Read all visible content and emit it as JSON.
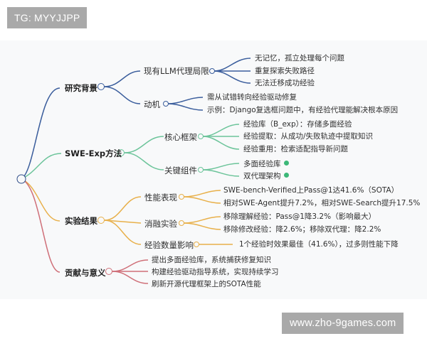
{
  "watermarks": {
    "top": "TG: MYYJJPP",
    "bottom": "www.zho-9games.com"
  },
  "colors": {
    "background_panel": "#f8f9fa",
    "watermark_bg": "#a9a9a9",
    "branch_background": "#3a5d9c",
    "branch_method": "#6cc49a",
    "branch_results": "#e8b04a",
    "branch_contribution": "#cf6f78",
    "marker_dot": "#3cb878"
  },
  "mindmap": {
    "root": {
      "label": ""
    },
    "branches": [
      {
        "label": "研究背景",
        "children": [
          {
            "label": "现有LLM代理局限",
            "children": [
              "无记忆，孤立处理每个问题",
              "重复探索失败路径",
              "无法迁移成功经验"
            ]
          },
          {
            "label": "动机",
            "children": [
              "需从试错转向经验驱动修复",
              "示例：Django复选框问题中，有经验代理能解决根本原因"
            ]
          }
        ]
      },
      {
        "label": "SWE-Exp方法",
        "children": [
          {
            "label": "核心框架",
            "children": [
              "经验库（B_exp）：存储多面经验",
              "经验提取：从成功/失败轨迹中提取知识",
              "经验重用：检索适配指导新问题"
            ]
          },
          {
            "label": "关键组件",
            "children": [
              "多面经验库",
              "双代理架构"
            ]
          }
        ]
      },
      {
        "label": "实验结果",
        "children": [
          {
            "label": "性能表现",
            "children": [
              "SWE-bench-Verified上Pass@1达41.6%（SOTA）",
              "相对SWE-Agent提升7.2%，相对SWE-Search提升17.5%"
            ]
          },
          {
            "label": "消融实验",
            "children": [
              "移除理解经验：Pass@1降3.2%（影响最大）",
              "移除修改经验：降2.6%；移除双代理：降2.2%"
            ]
          },
          {
            "label": "经验数量影响",
            "children": [
              "1个经验时效果最佳（41.6%），过多则性能下降"
            ]
          }
        ]
      },
      {
        "label": "贡献与意义",
        "children": [
          "提出多面经验库，系统捕获修复知识",
          "构建经验驱动指导系统，实现持续学习",
          "刷新开源代理框架上的SOTA性能"
        ]
      }
    ]
  }
}
